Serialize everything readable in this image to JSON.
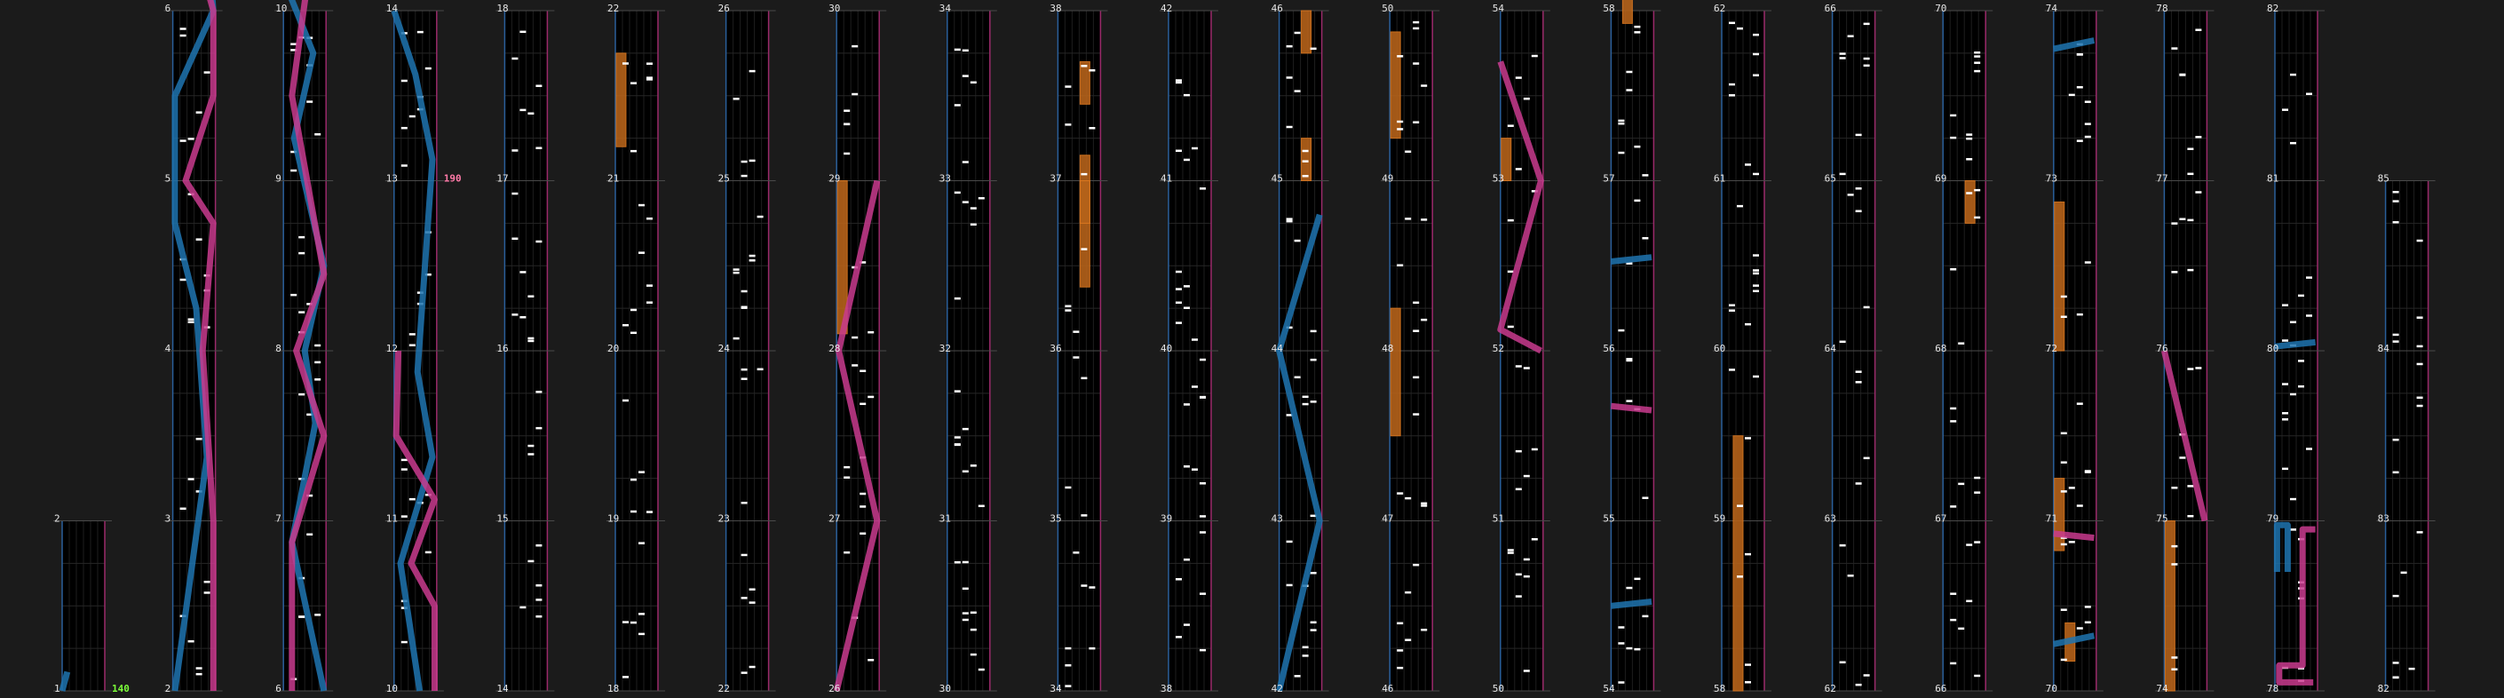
{
  "chart_editor": {
    "bpm_markers": [
      {
        "measure": 1,
        "text": "140",
        "color": "#7cff3a"
      },
      {
        "measure": 13,
        "text": "190",
        "color": "#ff7aa8"
      }
    ],
    "colors": {
      "background": "#1b1b1b",
      "lane_fill": "#000000",
      "grid_line": "#3a3a3a",
      "left_edge": "#2a5f9a",
      "right_edge": "#9a2a6a",
      "left_laser": "#1f74b0",
      "right_laser": "#c93b8e",
      "hold_fill": "#b5621a",
      "chip_note": "#ffffff"
    },
    "columns": [
      {
        "measures": [
          1,
          2
        ]
      },
      {
        "measures": [
          2,
          3,
          4,
          5,
          6
        ]
      },
      {
        "measures": [
          6,
          7,
          8,
          9,
          10
        ]
      },
      {
        "measures": [
          10,
          11,
          12,
          13,
          14
        ]
      },
      {
        "measures": [
          14,
          15,
          16,
          17,
          18
        ]
      },
      {
        "measures": [
          18,
          19,
          20,
          21,
          22
        ]
      },
      {
        "measures": [
          22,
          23,
          24,
          25,
          26
        ]
      },
      {
        "measures": [
          26,
          27,
          28,
          29,
          30
        ]
      },
      {
        "measures": [
          30,
          31,
          32,
          33,
          34
        ]
      },
      {
        "measures": [
          34,
          35,
          36,
          37,
          38
        ]
      },
      {
        "measures": [
          38,
          39,
          40,
          41,
          42
        ]
      },
      {
        "measures": [
          42,
          43,
          44,
          45,
          46
        ]
      },
      {
        "measures": [
          46,
          47,
          48,
          49,
          50
        ]
      },
      {
        "measures": [
          50,
          51,
          52,
          53,
          54
        ]
      },
      {
        "measures": [
          54,
          55,
          56,
          57,
          58
        ]
      },
      {
        "measures": [
          58,
          59,
          60,
          61,
          62
        ]
      },
      {
        "measures": [
          62,
          63,
          64,
          65,
          66
        ]
      },
      {
        "measures": [
          66,
          67,
          68,
          69,
          70
        ]
      },
      {
        "measures": [
          70,
          71,
          72,
          73,
          74
        ]
      },
      {
        "measures": [
          74,
          75,
          76,
          77,
          78
        ]
      },
      {
        "measures": [
          78,
          79,
          80,
          81,
          82
        ]
      },
      {
        "measures": [
          82,
          83,
          84,
          85
        ]
      }
    ]
  }
}
